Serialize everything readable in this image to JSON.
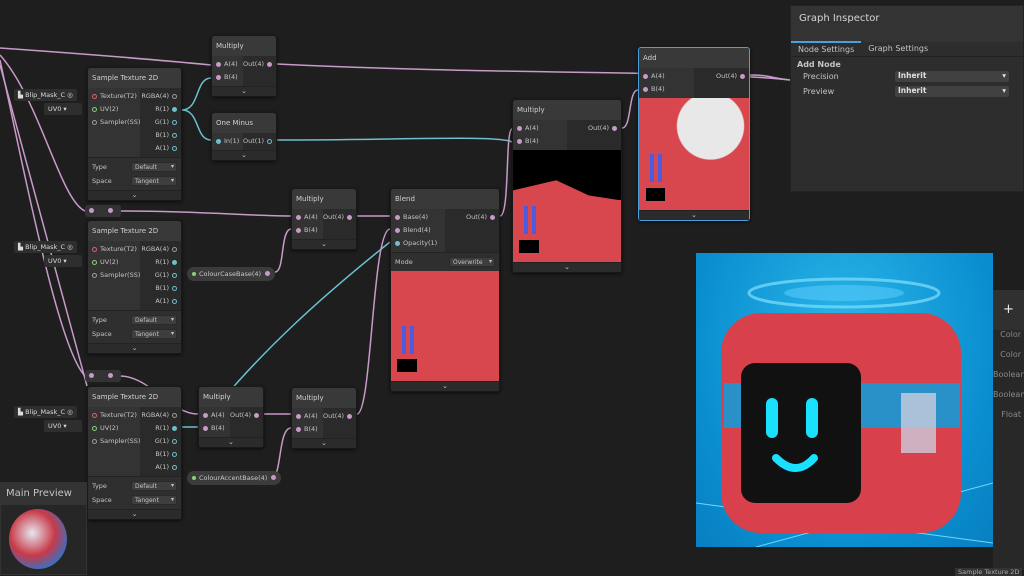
{
  "nodes": [
    {
      "id": "mul1",
      "title": "Multiply",
      "inputs": [
        "A(4)",
        "B(4)"
      ],
      "outputs": [
        "Out(4)"
      ]
    },
    {
      "id": "tex1",
      "title": "Sample Texture 2D",
      "inputs": [
        "Texture(T2)",
        "UV(2)",
        "Sampler(SS)"
      ],
      "outputs": [
        "RGBA(4)",
        "R(1)",
        "G(1)",
        "B(1)",
        "A(1)"
      ],
      "settings": [
        {
          "label": "Type",
          "value": "Default"
        },
        {
          "label": "Space",
          "value": "Tangent"
        }
      ]
    },
    {
      "id": "onem",
      "title": "One Minus",
      "inputs": [
        "In(1)"
      ],
      "outputs": [
        "Out(1)"
      ]
    },
    {
      "id": "tex2",
      "title": "Sample Texture 2D",
      "inputs": [
        "Texture(T2)",
        "UV(2)",
        "Sampler(SS)"
      ],
      "outputs": [
        "RGBA(4)",
        "R(1)",
        "G(1)",
        "B(1)",
        "A(1)"
      ],
      "settings": [
        {
          "label": "Type",
          "value": "Default"
        },
        {
          "label": "Space",
          "value": "Tangent"
        }
      ]
    },
    {
      "id": "mul2",
      "title": "Multiply",
      "inputs": [
        "A(4)",
        "B(4)"
      ],
      "outputs": [
        "Out(4)"
      ]
    },
    {
      "id": "blend",
      "title": "Blend",
      "inputs": [
        "Base(4)",
        "Blend(4)",
        "Opacity(1)"
      ],
      "outputs": [
        "Out(4)"
      ],
      "settings": [
        {
          "label": "Mode",
          "value": "Overwrite"
        }
      ]
    },
    {
      "id": "tex3",
      "title": "Sample Texture 2D",
      "inputs": [
        "Texture(T2)",
        "UV(2)",
        "Sampler(SS)"
      ],
      "outputs": [
        "RGBA(4)",
        "R(1)",
        "G(1)",
        "B(1)",
        "A(1)"
      ],
      "settings": [
        {
          "label": "Type",
          "value": "Default"
        },
        {
          "label": "Space",
          "value": "Tangent"
        }
      ]
    },
    {
      "id": "mul3",
      "title": "Multiply",
      "inputs": [
        "A(4)",
        "B(4)"
      ],
      "outputs": [
        "Out(4)"
      ]
    },
    {
      "id": "mul4",
      "title": "Multiply",
      "inputs": [
        "A(4)",
        "B(4)"
      ],
      "outputs": [
        "Out(4)"
      ]
    },
    {
      "id": "mul5",
      "title": "Multiply",
      "inputs": [
        "A(4)",
        "B(4)"
      ],
      "outputs": [
        "Out(4)"
      ]
    },
    {
      "id": "add",
      "title": "Add",
      "inputs": [
        "A(4)",
        "B(4)"
      ],
      "outputs": [
        "Out(4)"
      ]
    }
  ],
  "properties": {
    "case": "ColourCaseBase(4)",
    "accent": "ColourAccentBase(4)"
  },
  "texture_chips": [
    {
      "name": "Blip_Mask_C",
      "uv": "UV0"
    },
    {
      "name": "Blip_Mask_C",
      "uv": "UV0"
    },
    {
      "name": "Blip_Mask_C",
      "uv": "UV0"
    }
  ],
  "inspector": {
    "title": "Graph Inspector",
    "tabs": [
      "Node Settings",
      "Graph Settings"
    ],
    "section": "Add Node",
    "rows": [
      {
        "label": "Precision",
        "value": "Inherit"
      },
      {
        "label": "Preview",
        "value": "Inherit"
      }
    ]
  },
  "blackboard": {
    "add": "+",
    "items": [
      "Color",
      "Color",
      "Boolean",
      "Boolean",
      "Float"
    ]
  },
  "main_preview": {
    "title": "Main Preview"
  },
  "status": "Sample Texture 2D",
  "colors": {
    "selection": "#4aa0dc",
    "vector_wire": "#c89ac8",
    "float_wire": "#6cc0d0",
    "preview_bg": "#0a8ed0"
  }
}
